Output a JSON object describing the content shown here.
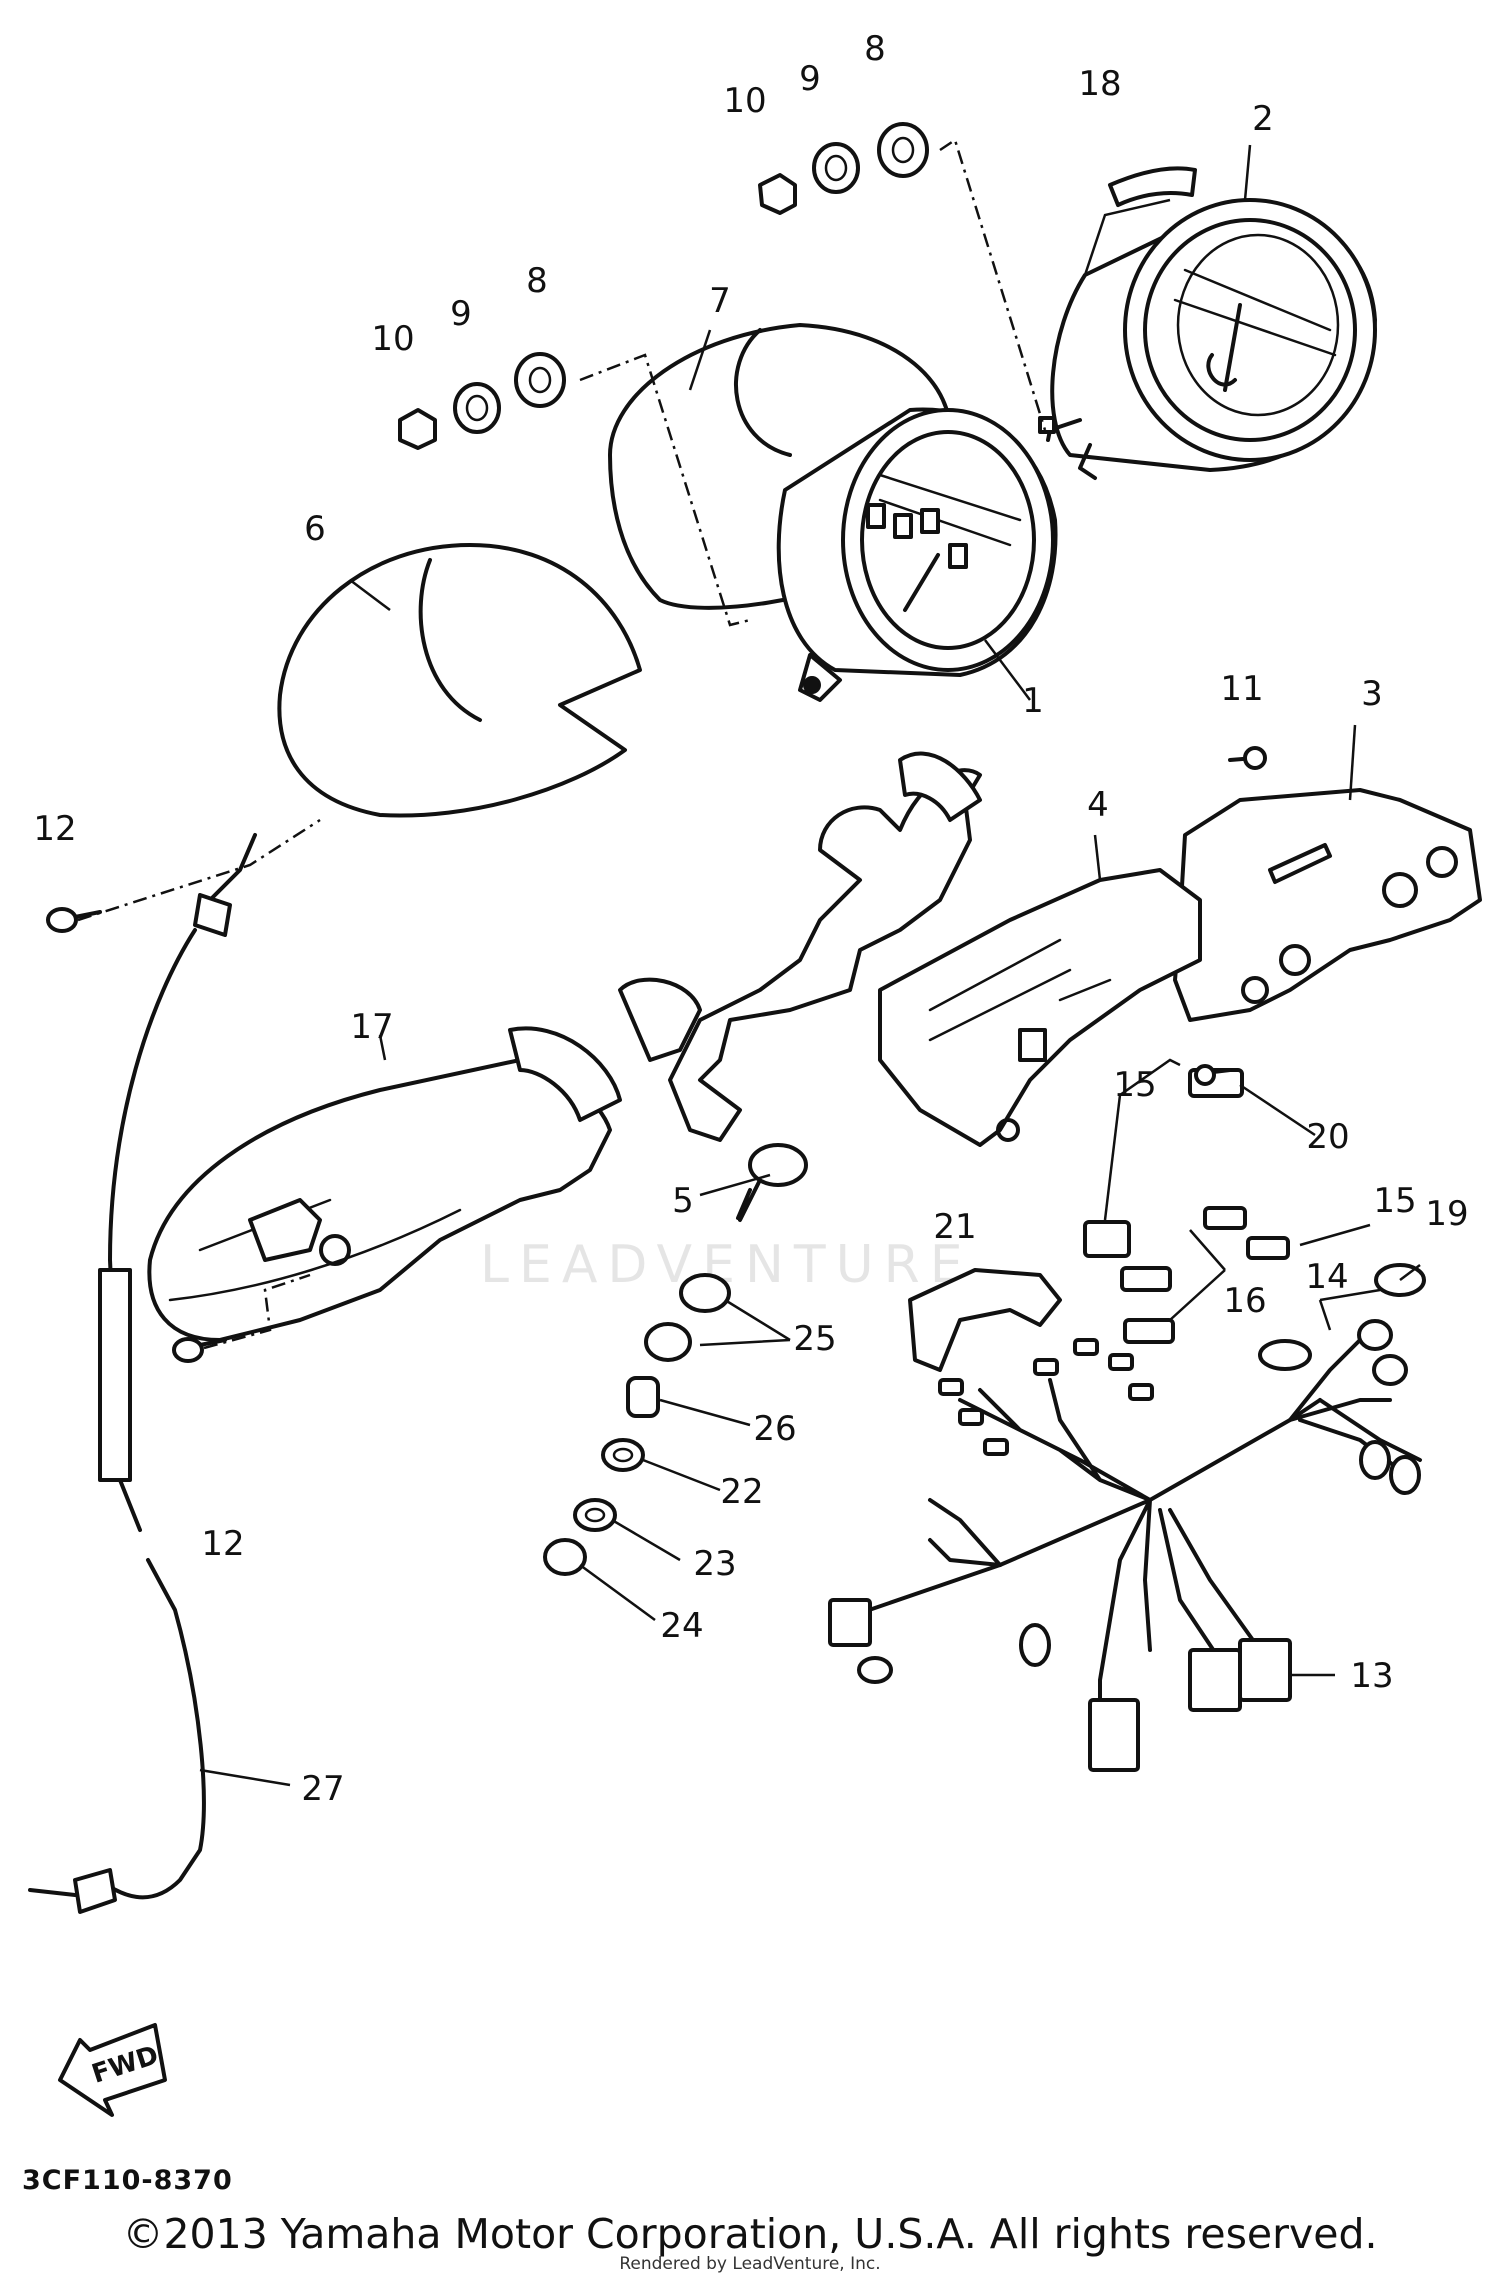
{
  "diagram": {
    "part_labels": {
      "p1": "1",
      "p2": "2",
      "p3": "3",
      "p4": "4",
      "p5": "5",
      "p6": "6",
      "p7": "7",
      "p8a": "8",
      "p8b": "8",
      "p9a": "9",
      "p9b": "9",
      "p10a": "10",
      "p10b": "10",
      "p11": "11",
      "p12a": "12",
      "p12b": "12",
      "p13": "13",
      "p14": "14",
      "p15a": "15",
      "p15b": "15",
      "p16": "16",
      "p17": "17",
      "p18": "18",
      "p19": "19",
      "p20": "20",
      "p21": "21",
      "p22": "22",
      "p23": "23",
      "p24": "24",
      "p25": "25",
      "p26": "26",
      "p27": "27"
    },
    "fwd_label": "FWD",
    "diagram_code": "3CF110-8370",
    "copyright": "©2013 Yamaha Motor Corporation, U.S.A. All rights reserved.",
    "rendered_by": "Rendered by LeadVenture, Inc.",
    "watermark": "LEADVENTURE"
  }
}
